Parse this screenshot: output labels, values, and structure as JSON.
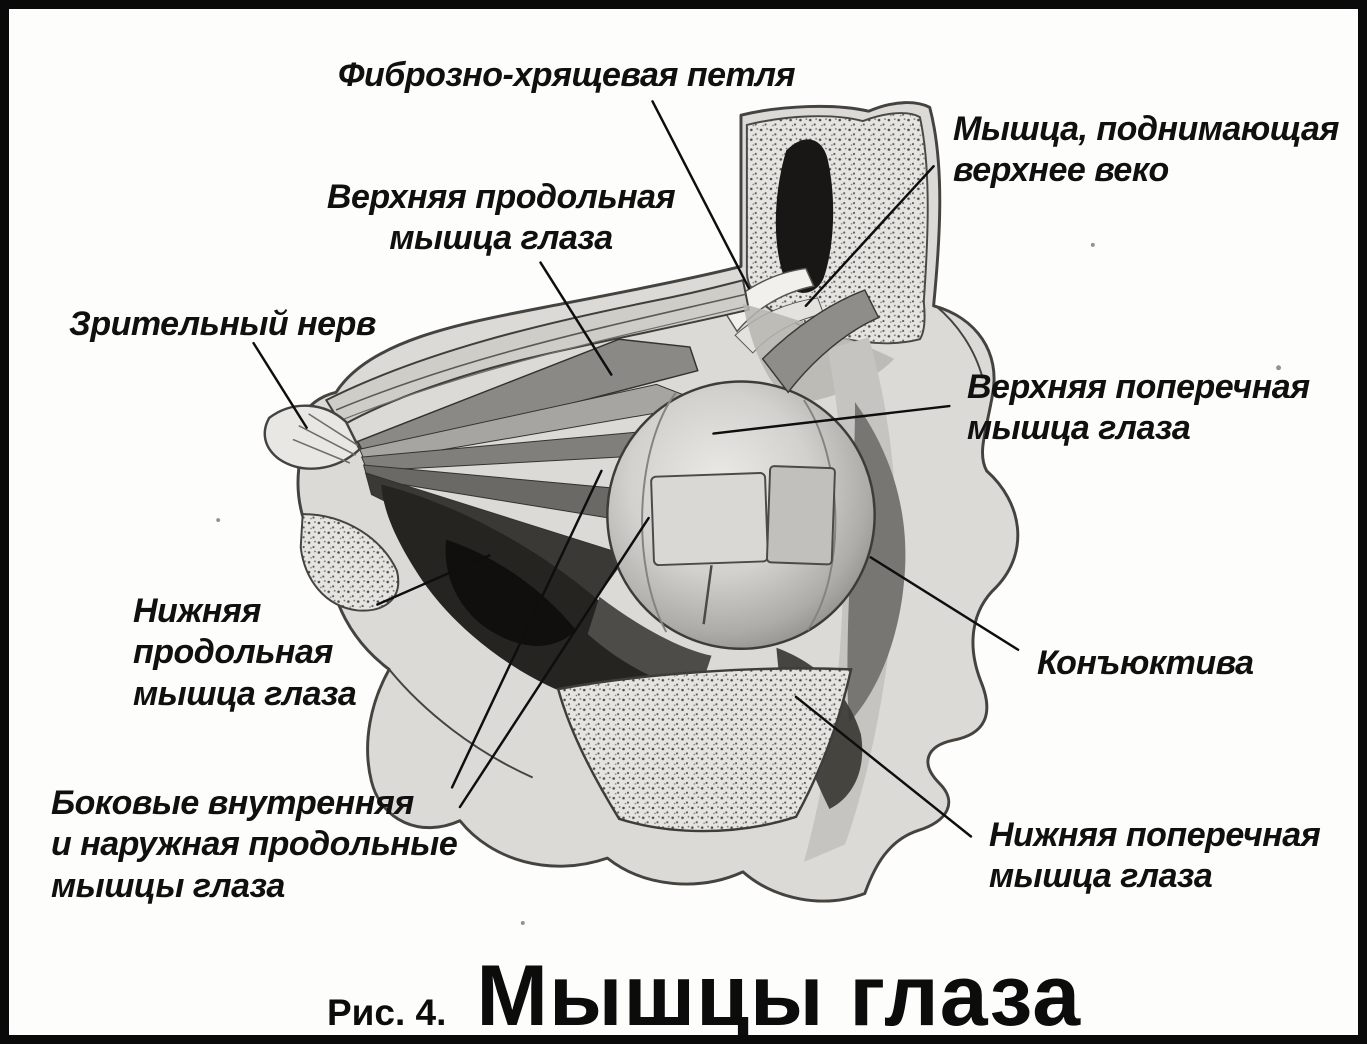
{
  "figure": {
    "caption_prefix": "Рис. 4.",
    "title": "Мышцы глаза"
  },
  "labels": {
    "fibro_loop": "Фиброзно-хрящевая петля",
    "levator": "Мышца, поднимающая\nверхнее веко",
    "upper_longitudinal": "Верхняя продольная\nмышца глаза",
    "optic_nerve": "Зрительный нерв",
    "upper_transverse": "Верхняя поперечная\nмышца глаза",
    "lower_longitudinal": "Нижняя\nпродольная\nмышца глаза",
    "conjunctiva": "Конъюктива",
    "lateral_longitudinal": "Боковые внутренняя\nи наружная продольные\nмышцы глаза",
    "lower_transverse": "Нижняя поперечная\nмышца глаза"
  },
  "colors": {
    "ink": "#101010",
    "paper": "#fdfdfb"
  }
}
